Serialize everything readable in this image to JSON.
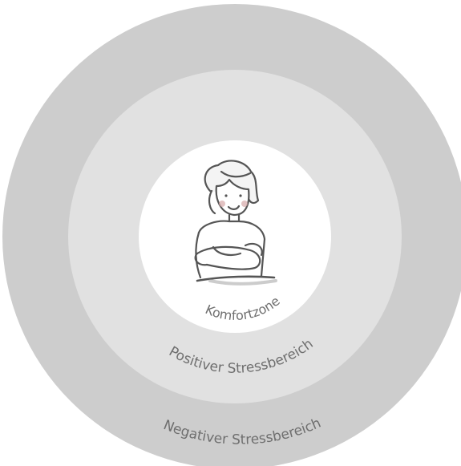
{
  "diagram": {
    "zones": [
      {
        "id": "negative",
        "label": "Negativer Stressbereich",
        "color": "#cdcdcd"
      },
      {
        "id": "positive",
        "label": "Positiver Stressbereich",
        "color": "#e1e1e1"
      },
      {
        "id": "comfort",
        "label": "Komfortzone",
        "color": "#ffffff"
      }
    ],
    "figure": {
      "icon": "woman-arms-crossed-icon"
    },
    "colors": {
      "label_text": "#6f6f6f",
      "figure_line": "#555555",
      "cheek": "#d6a8a8"
    }
  }
}
